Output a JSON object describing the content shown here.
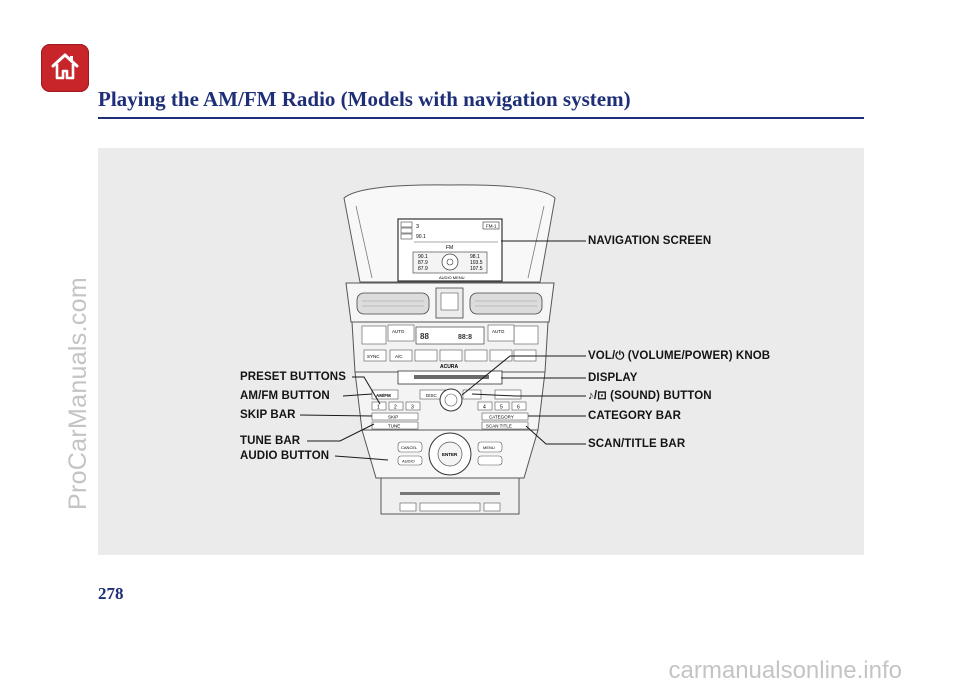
{
  "header": {
    "home_icon": "home-icon",
    "title": "Playing the AM/FM Radio (Models with navigation system)"
  },
  "figure": {
    "console": {
      "screen_lines": [
        "3",
        "90.1",
        "FM",
        "90.1",
        "87.9",
        "87.9",
        "98.1",
        "103.5",
        "107.5",
        "AUDIO MENU",
        "FM-1"
      ],
      "brand": "ACURA",
      "buttons": [
        "AM/FM",
        "DISC",
        "SKIP",
        "TUNE",
        "CATEGORY",
        "SCAN TITLE",
        "AUDIO",
        "CANCEL",
        "ENTER",
        "MENU",
        "SYNC",
        "A/C",
        "AUTO",
        "AUTO"
      ],
      "preset_numbers": [
        "1",
        "2",
        "3",
        "4",
        "5",
        "6"
      ]
    },
    "callouts": {
      "navigation_screen": "NAVIGATION SCREEN",
      "vol_knob": "VOL/⏻ (VOLUME/POWER) KNOB",
      "preset_buttons": "PRESET BUTTONS",
      "display": "DISPLAY",
      "am_fm_button": "AM/FM BUTTON",
      "sound_button": "♪/⊡ (SOUND) BUTTON",
      "skip_bar": "SKIP BAR",
      "category_bar": "CATEGORY BAR",
      "tune_bar": "TUNE BAR",
      "scan_title_bar": "SCAN/TITLE BAR",
      "audio_button": "AUDIO BUTTON"
    }
  },
  "footer": {
    "page_number": "278"
  },
  "watermarks": {
    "side": "ProCarManuals.com",
    "bottom": "carmanualsonline.info"
  }
}
